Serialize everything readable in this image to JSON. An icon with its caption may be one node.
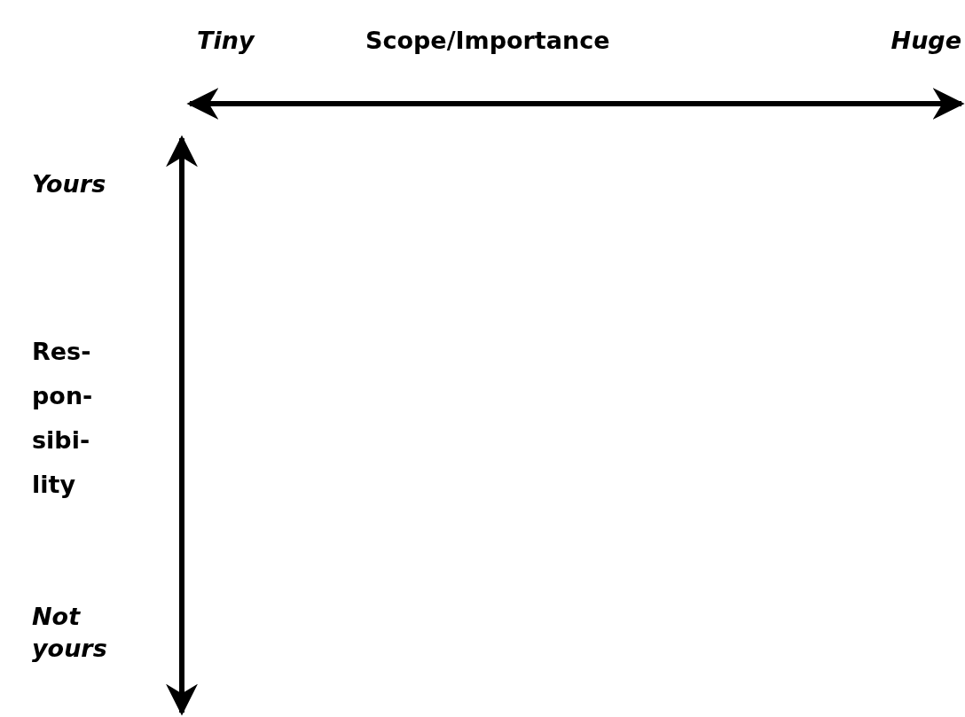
{
  "diagram": {
    "labels": [
      "Tiny",
      "Scope/Importance",
      "Huge",
      "Yours",
      "Res- pon- sibi- lity",
      "Not yours"
    ]
  }
}
